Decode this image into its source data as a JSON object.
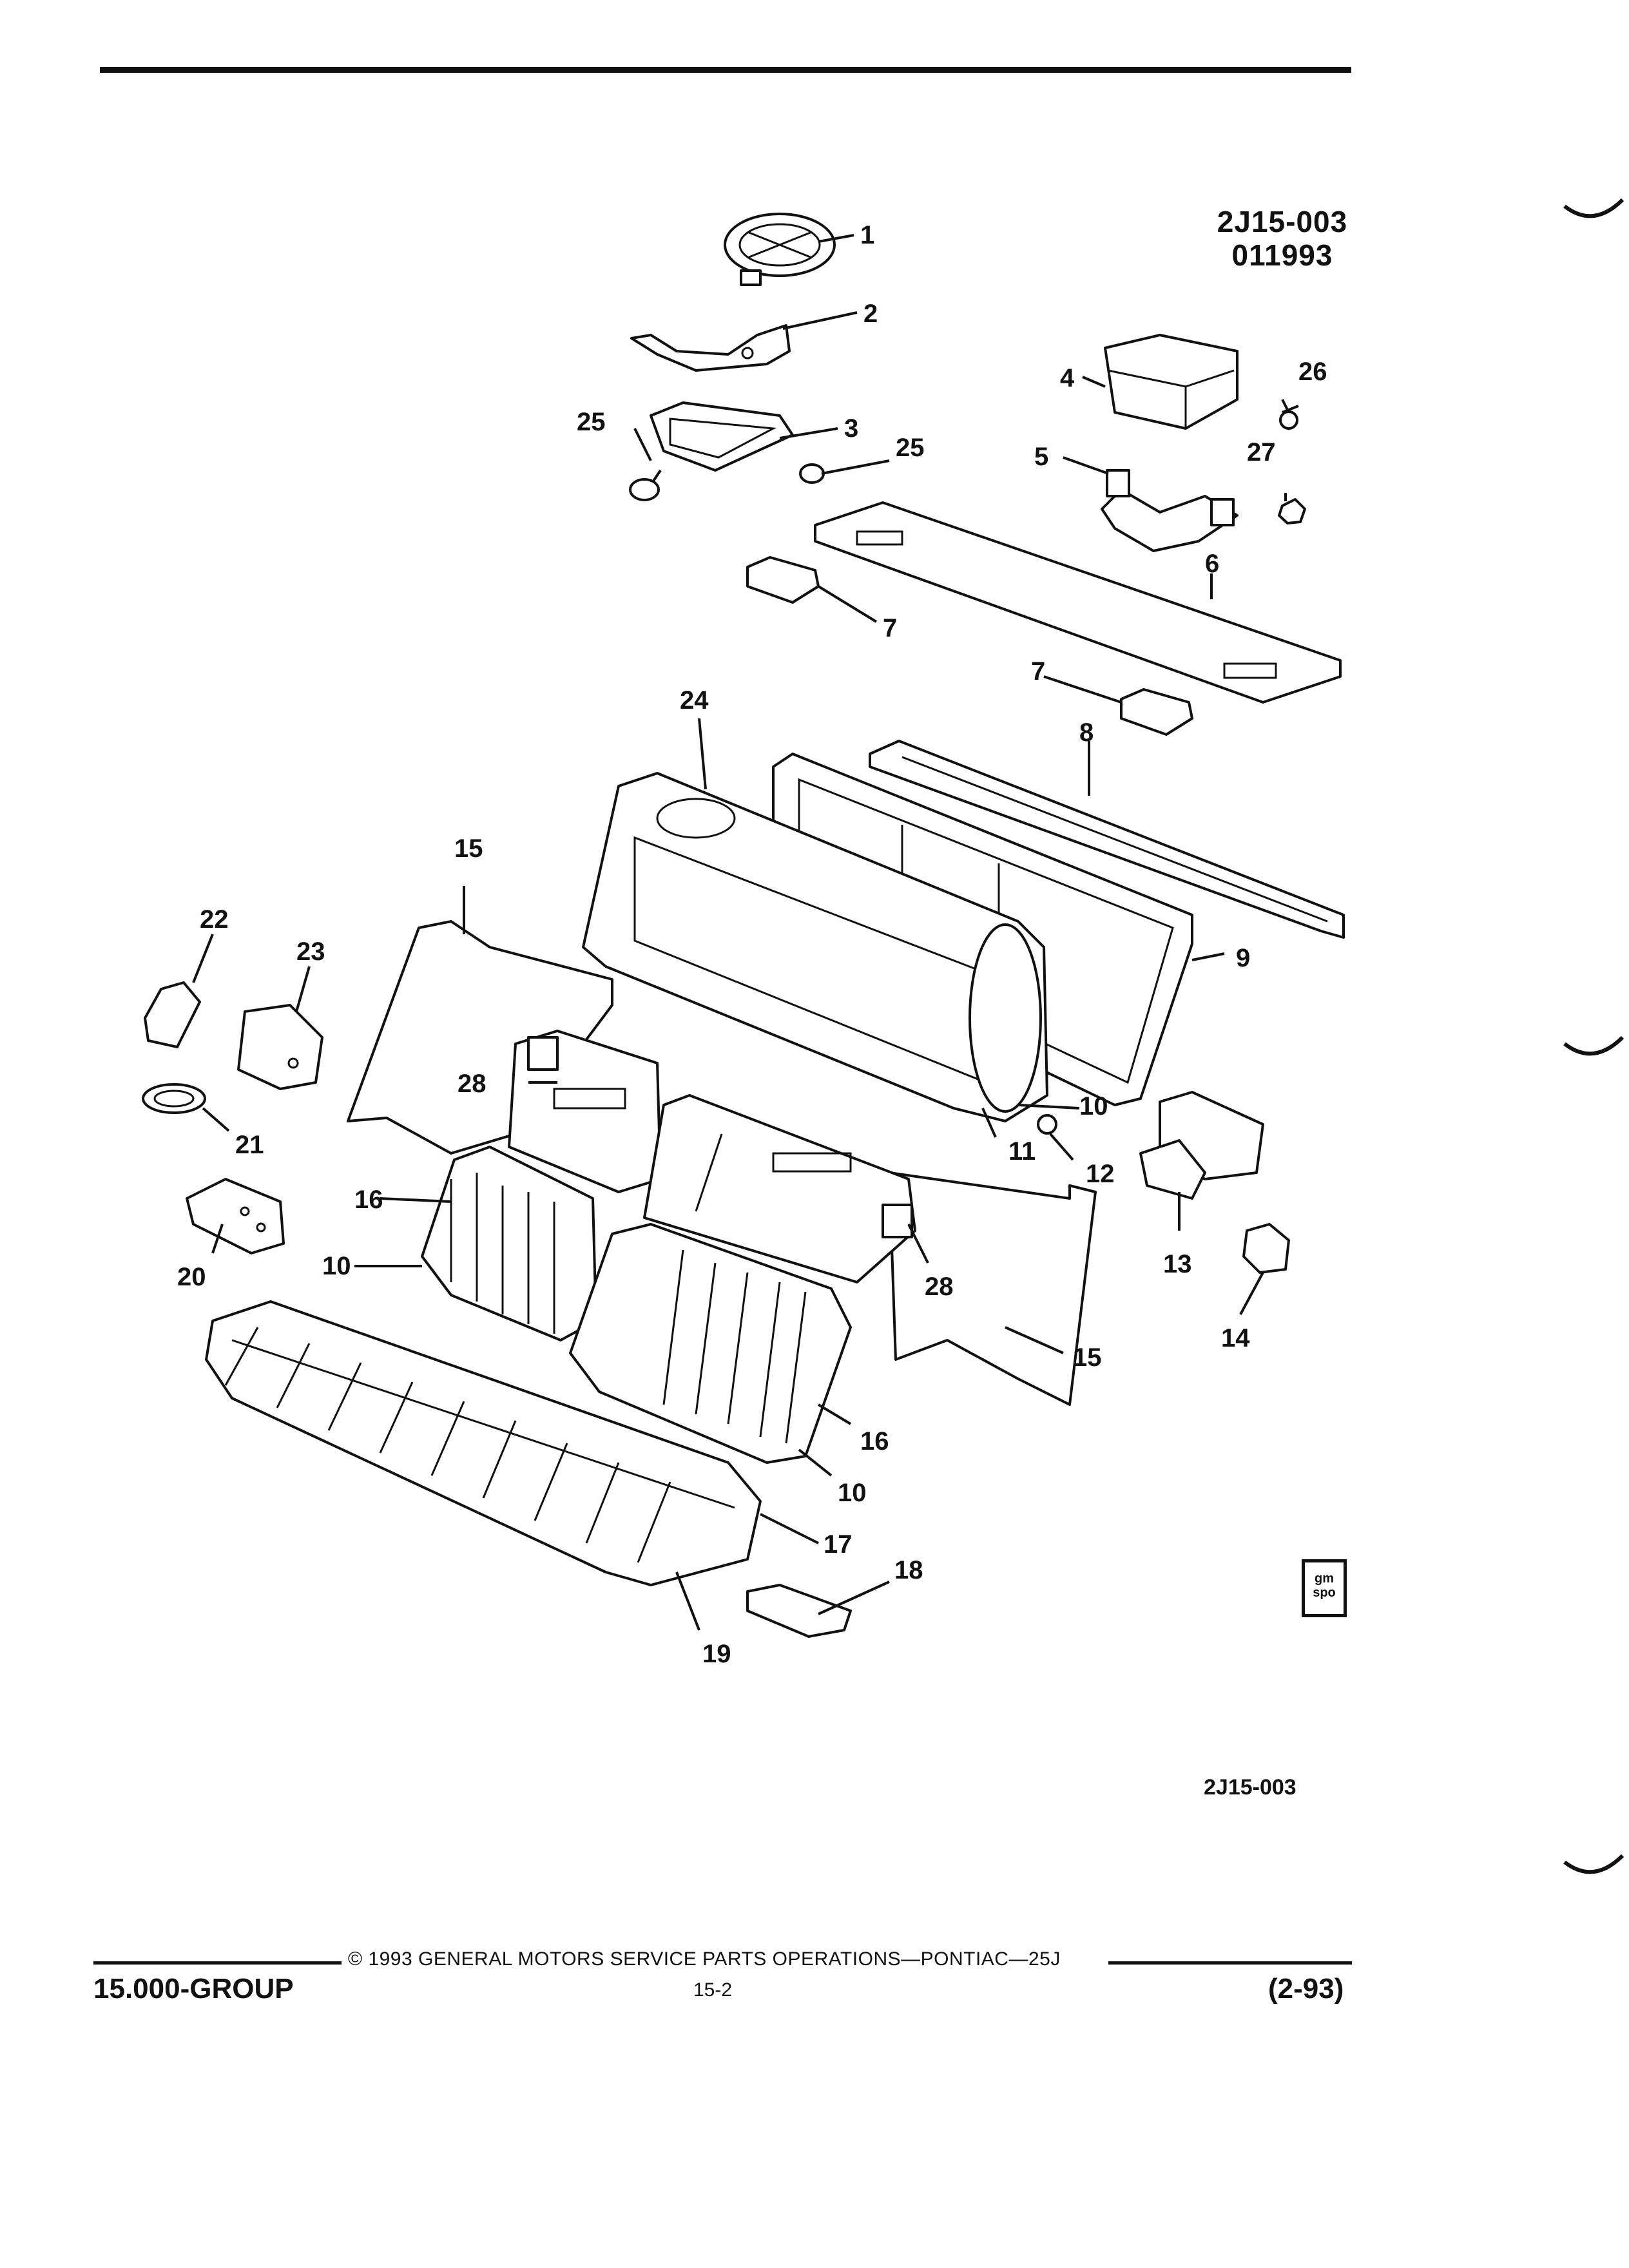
{
  "header": {
    "diagram_code": "2J15-003",
    "diagram_date": "011993"
  },
  "callouts": [
    "1",
    "2",
    "3",
    "4",
    "5",
    "6",
    "7",
    "8",
    "9",
    "10",
    "11",
    "12",
    "13",
    "14",
    "15",
    "16",
    "17",
    "18",
    "19",
    "20",
    "21",
    "22",
    "23",
    "24",
    "25",
    "26",
    "27",
    "28"
  ],
  "logo": {
    "line1": "gm",
    "line2": "spo"
  },
  "reference_code": "2J15-003",
  "footer": {
    "copyright": "© 1993  GENERAL MOTORS SERVICE PARTS OPERATIONS—PONTIAC—25J",
    "group": "15.000-GROUP",
    "page": "15-2",
    "date": "(2-93)"
  }
}
